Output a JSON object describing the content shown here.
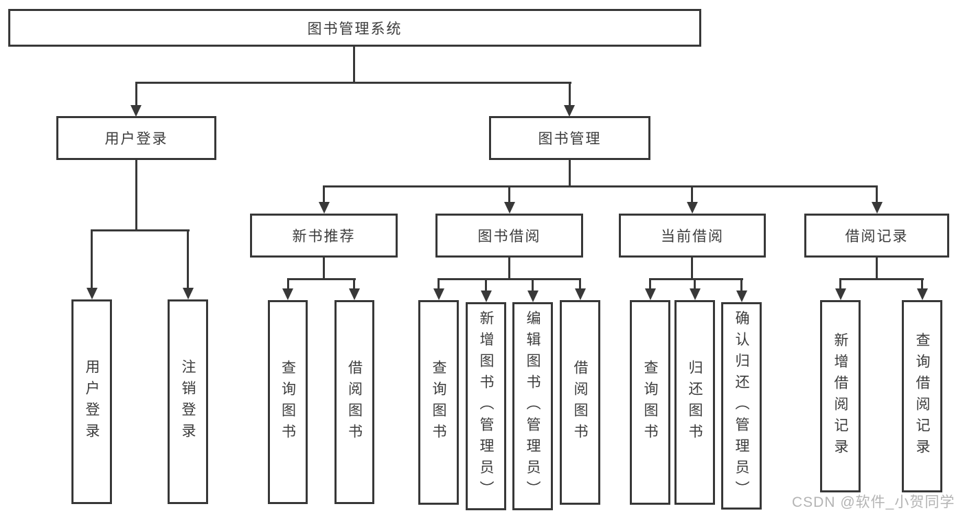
{
  "root": {
    "label": "图书管理系统"
  },
  "user_login": {
    "label": "用户登录",
    "leaves": [
      "用户登录",
      "注销登录"
    ]
  },
  "book_mgmt": {
    "label": "图书管理",
    "groups": [
      {
        "label": "新书推荐",
        "leaves": [
          "查询图书",
          "借阅图书"
        ]
      },
      {
        "label": "图书借阅",
        "leaves": [
          "查询图书",
          "新增图书（管理员）",
          "编辑图书（管理员）",
          "借阅图书"
        ]
      },
      {
        "label": "当前借阅",
        "leaves": [
          "查询图书",
          "归还图书",
          "确认归还（管理员）"
        ]
      },
      {
        "label": "借阅记录",
        "leaves": [
          "新增借阅记录",
          "查询借阅记录"
        ]
      }
    ]
  },
  "watermark": {
    "text": "CSDN @软件_小贺同学"
  },
  "colors": {
    "line": "#383838",
    "text": "#3c3c3c",
    "watermark": "#b4b4b4",
    "background": "#ffffff"
  }
}
